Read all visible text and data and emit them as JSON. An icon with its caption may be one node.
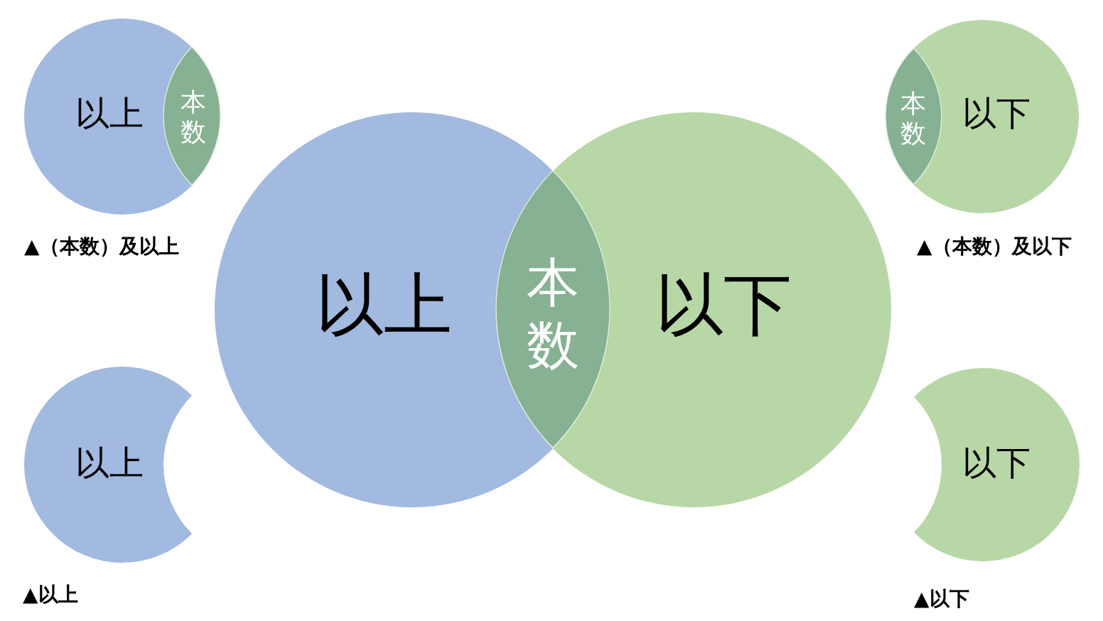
{
  "diagram": {
    "nodes": [
      {
        "text": [
          "以上"
        ],
        "beside": [
          "▲（本数）及以上"
        ]
      },
      {
        "text": [
          "本数"
        ],
        "in": 0
      },
      {
        "text": [
          "以下"
        ],
        "beside": [
          "▲（本数）及以下"
        ]
      },
      {
        "text": [
          "本数"
        ],
        "in": 2
      },
      {
        "text": [
          "以上"
        ]
      },
      {
        "text": [
          "本数"
        ]
      },
      {
        "text": [
          "以下"
        ]
      },
      {
        "text": [
          "以上"
        ],
        "beside": [
          "▲以上"
        ]
      },
      {
        "text": [
          "以下"
        ],
        "beside": [
          "▲以下"
        ]
      }
    ]
  }
}
